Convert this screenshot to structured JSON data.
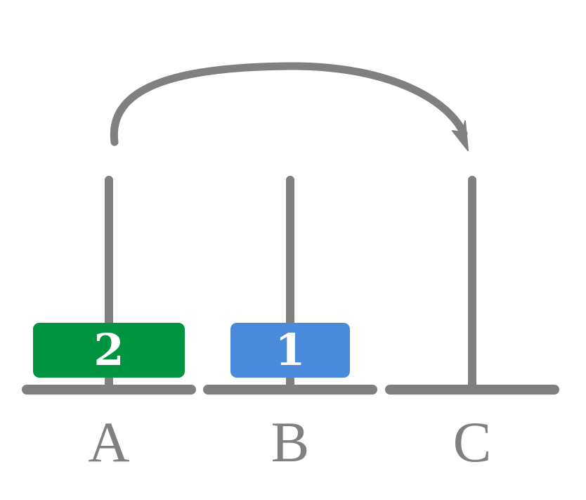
{
  "colors": {
    "structure": "#808080",
    "disk_1": "#4A8ADB",
    "disk_2": "#009440",
    "disk_text": "#ffffff",
    "background": "#ffffff"
  },
  "pegs": [
    {
      "label": "A"
    },
    {
      "label": "B"
    },
    {
      "label": "C"
    }
  ],
  "disks": [
    {
      "label": "2",
      "peg": "A"
    },
    {
      "label": "1",
      "peg": "B"
    }
  ],
  "move_arrow": {
    "from": "A",
    "to": "C"
  }
}
